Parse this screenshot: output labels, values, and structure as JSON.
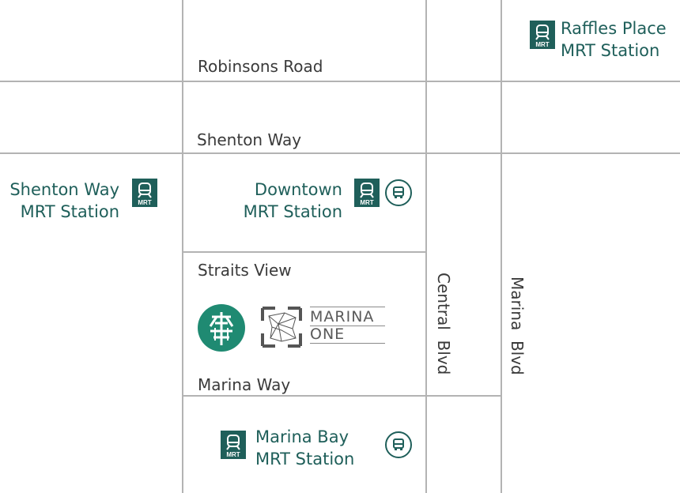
{
  "roads": {
    "robinsons": "Robinsons Road",
    "shenton": "Shenton Way",
    "straits_view": "Straits View",
    "marina_way": "Marina Way",
    "central_blvd": "Central  Blvd",
    "marina_blvd": "Marina  Blvd"
  },
  "stations": {
    "raffles": {
      "line1": "Raffles Place",
      "line2": "MRT Station"
    },
    "shenton": {
      "line1": "Shenton Way",
      "line2": "MRT Station"
    },
    "downtown": {
      "line1": "Downtown",
      "line2": "MRT Station"
    },
    "marina_bay": {
      "line1": "Marina Bay",
      "line2": "MRT Station"
    }
  },
  "mrt_badge": "MRT",
  "logos": {
    "marina_one_line1": "MARINA",
    "marina_one_line2": "ONE"
  },
  "colors": {
    "station_text": "#1f5f5a",
    "mrt_badge": "#1f5f5a",
    "logo_green": "#1f8a72",
    "road_lines": "#b3b3b3"
  },
  "icons": [
    "mrt-train-icon",
    "bus-icon",
    "building-logo-icon",
    "marina-one-logo"
  ]
}
